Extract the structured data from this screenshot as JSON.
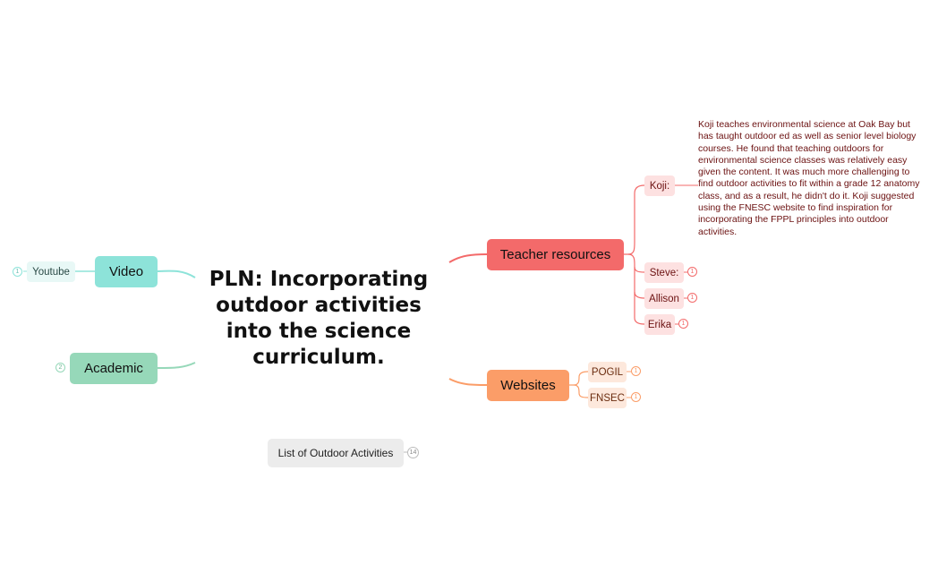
{
  "central": {
    "title": "PLN: Incorporating outdoor activities into the science curriculum."
  },
  "left": {
    "video": {
      "label": "Video",
      "child": {
        "label": "Youtube",
        "badge": "1"
      }
    },
    "academic": {
      "label": "Academic",
      "badge": "2"
    }
  },
  "right": {
    "teacher_resources": {
      "label": "Teacher resources",
      "children": [
        {
          "label": "Koji:",
          "note": "Koji teaches environmental science at Oak Bay but has taught outdoor ed as well as senior level biology courses. He found that teaching outdoors for environmental science classes was relatively easy given the content. It was much more challenging to find outdoor activities to fit within a grade 12 anatomy class, and as a result, he didn't do it. Koji suggested using the FNESC website to find inspiration for incorporating the FPPL principles into outdoor activities."
        },
        {
          "label": "Steve:",
          "badge": "1"
        },
        {
          "label": "Allison",
          "badge": "1"
        },
        {
          "label": "Erika",
          "badge": "1"
        }
      ]
    },
    "websites": {
      "label": "Websites",
      "children": [
        {
          "label": "POGIL",
          "badge": "1"
        },
        {
          "label": "FNSEC",
          "badge": "1"
        }
      ]
    }
  },
  "floating": {
    "label": "List of Outdoor Activities",
    "badge": "14"
  },
  "colors": {
    "video": "#8de3d9",
    "academic": "#96d8b9",
    "teacher": "#f36a6a",
    "websites": "#fb9d68",
    "teacher_sub": "#fde1e1",
    "websites_sub": "#fde8dc",
    "floating": "#ececec"
  }
}
